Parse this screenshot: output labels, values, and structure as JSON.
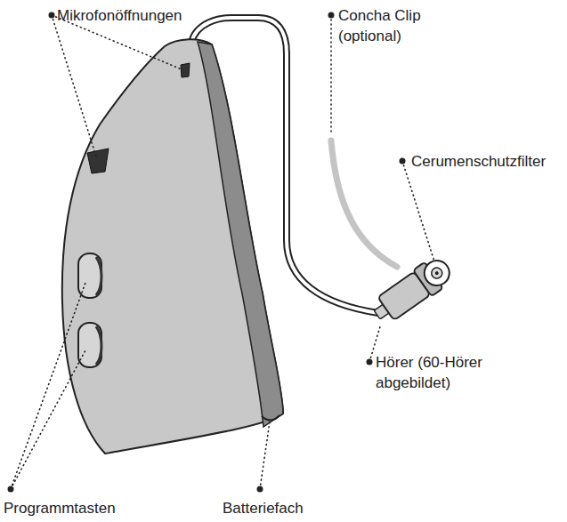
{
  "diagram": {
    "labels": [
      "Mikrofonöffnungen",
      "Concha Clip (optional)",
      "Cerumenschutzfilter",
      "Hörer (60-Hörer abgebildet)",
      "Programmtasten",
      "Batteriefach"
    ]
  }
}
